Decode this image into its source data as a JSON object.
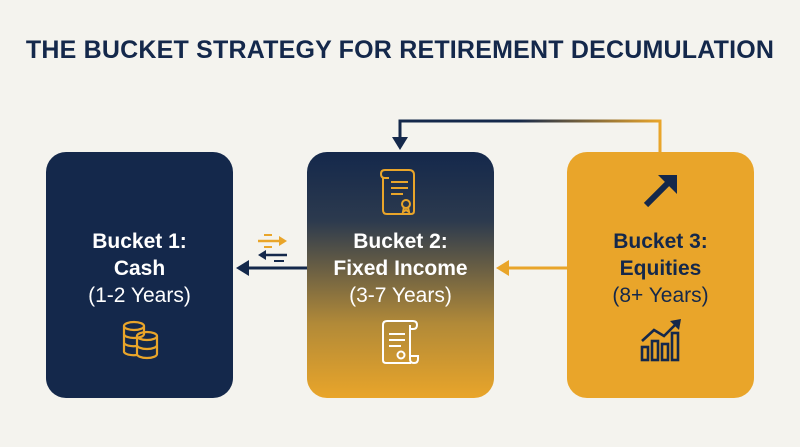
{
  "title": "THE BUCKET STRATEGY FOR RETIREMENT DECUMULATION",
  "buckets": [
    {
      "line1": "Bucket 1:",
      "line2": "Cash",
      "line3": "(1-2 Years)",
      "icon": "coins-icon"
    },
    {
      "line1": "Bucket 2:",
      "line2": "Fixed Income",
      "line3": "(3-7 Years)",
      "icon": "document-icon"
    },
    {
      "line1": "Bucket 3:",
      "line2": "Equities",
      "line3": "(8+ Years)",
      "icon": "growth-chart-icon"
    }
  ],
  "colors": {
    "navy": "#14284b",
    "gold": "#e9a52a",
    "background": "#f4f3ee"
  }
}
